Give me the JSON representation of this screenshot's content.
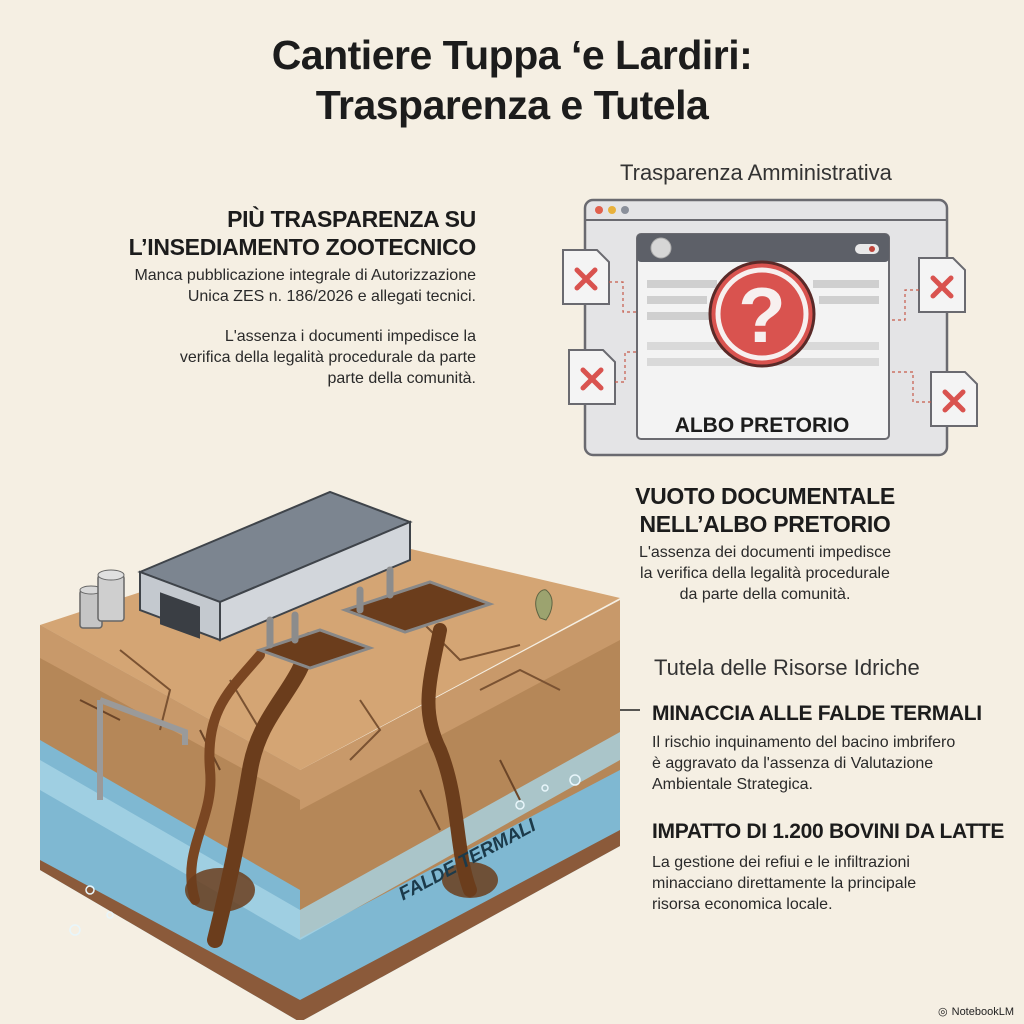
{
  "title": {
    "line1": "Cantiere Tuppa ‘e Lardiri:",
    "line2": "Trasparenza e Tutela"
  },
  "section_admin": {
    "label": "Trasparenza Amministrativa",
    "albo_label": "ALBO PRETORIO"
  },
  "block_trasparenza": {
    "heading1": "PIÙ TRASPARENZA SU",
    "heading2": "L’INSEDIAMENTO ZOOTECNICO",
    "p1_line1": "Manca pubblicazione integrale di Autorizzazione",
    "p1_line2": "Unica ZES n. 186/2026 e allegati tecnici.",
    "p2_line1": "L'assenza i documenti impedisce la",
    "p2_line2": "verifica della legalità procedurale da parte",
    "p2_line3": "parte della comunità."
  },
  "block_vuoto": {
    "heading1": "VUOTO DOCUMENTALE",
    "heading2": "NELL’ALBO PRETORIO",
    "line1": "L'assenza dei documenti impedisce",
    "line2": "la verifica della legalità procedurale",
    "line3": "da parte della comunità."
  },
  "section_water": {
    "label": "Tutela delle Risorse Idriche"
  },
  "block_minaccia": {
    "heading": "MINACCIA ALLE FALDE TERMALI",
    "line1": "Il rischio inquinamento del bacino imbrifero",
    "line2": "è aggravato da l'assenza di Valutazione",
    "line3": "Ambientale Strategica."
  },
  "block_impatto": {
    "heading": "IMPATTO DI 1.200 BOVINI DA LATTE",
    "line1": "La gestione dei refiui e le infiltrazioni",
    "line2": "minacciano direttamente la principale",
    "line3": "risorsa economica locale."
  },
  "illustration": {
    "aquifer_label": "FALDE TERMALI"
  },
  "watermark": "NotebookLM",
  "colors": {
    "background": "#f5efe3",
    "soil": "#c99a6a",
    "sewage": "#6b3d1c",
    "water": "#8ec5dc",
    "warning_red": "#d9534f"
  }
}
